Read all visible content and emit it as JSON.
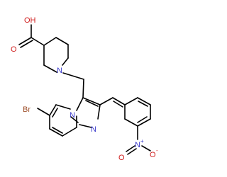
{
  "molecule": {
    "atoms": {
      "hydroxyl": "OH",
      "carbonyl_oxygen": "O",
      "piperidine_nitrogen": "N",
      "bromine": "Br",
      "bridgehead_nitrogen": "N",
      "imidazole_nitrogen": "N",
      "nitro_nitrogen": "N",
      "nitro_plus": "+",
      "nitro_oxygen_1": "O",
      "nitro_oxygen_2": "O",
      "nitro_minus": "-"
    },
    "colors": {
      "bond": "#000000",
      "nitrogen": "#3a3acc",
      "oxygen": "#d02020",
      "bromine": "#a0522d",
      "carbon": "#000000"
    }
  }
}
